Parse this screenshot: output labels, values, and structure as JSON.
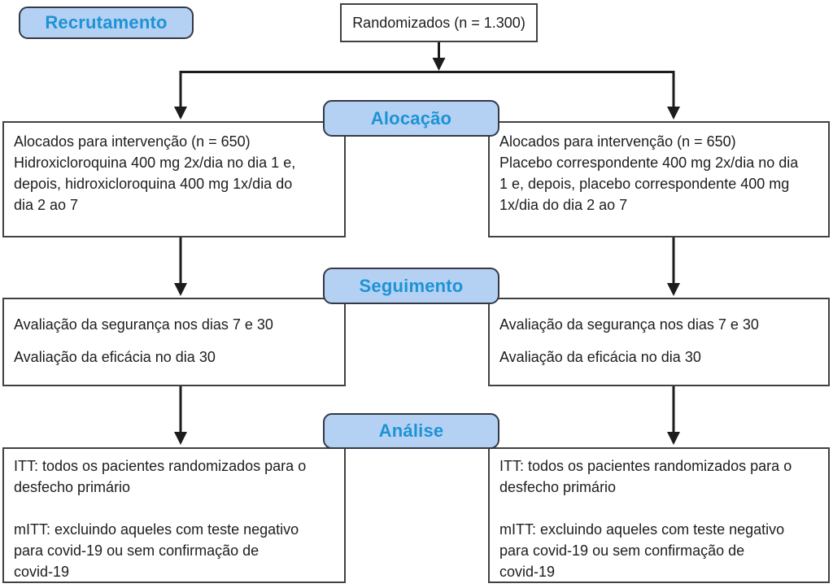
{
  "palette": {
    "pill_fill": "#b4d1f4",
    "pill_border": "#333a46",
    "pill_text": "#1d93d6",
    "box_border": "#414141",
    "box_fill": "#ffffff",
    "body_text": "#1d1d1d",
    "connector": "#1c1c1c",
    "background": "#ffffff"
  },
  "stage_labels": {
    "recruitment": "Recrutamento",
    "allocation": "Alocação",
    "followup": "Seguimento",
    "analysis": "Análise"
  },
  "randomized_label": "Randomizados (n = 1.300)",
  "arms": {
    "intervention": {
      "allocation": [
        [
          "Alocados para intervenção (n = 650)",
          "Hidroxicloroquina 400 mg 2x/dia no dia 1 e,",
          "depois, hidroxicloroquina 400 mg 1x/dia do",
          "dia 2 ao 7"
        ]
      ],
      "followup": [
        [
          "Avaliação da segurança nos dias 7 e 30"
        ],
        [
          "Avaliação da eficácia no dia 30"
        ]
      ],
      "analysis": [
        [
          "ITT: todos os pacientes randomizados para o",
          "desfecho primário"
        ],
        [
          "mITT: excluindo aqueles com teste negativo",
          "para covid-19 ou sem confirmação de",
          "covid-19"
        ]
      ]
    },
    "placebo": {
      "allocation": [
        [
          "Alocados para intervenção (n = 650)",
          "Placebo correspondente 400 mg 2x/dia no dia",
          "1 e, depois, placebo correspondente 400 mg",
          "1x/dia do dia 2 ao 7"
        ]
      ],
      "followup": [
        [
          "Avaliação da segurança nos dias 7 e 30"
        ],
        [
          "Avaliação da eficácia no dia 30"
        ]
      ],
      "analysis": [
        [
          "ITT: todos os pacientes randomizados para o",
          "desfecho primário"
        ],
        [
          "mITT: excluindo aqueles com teste negativo",
          "para covid-19 ou sem confirmação de",
          "covid-19"
        ]
      ]
    }
  }
}
